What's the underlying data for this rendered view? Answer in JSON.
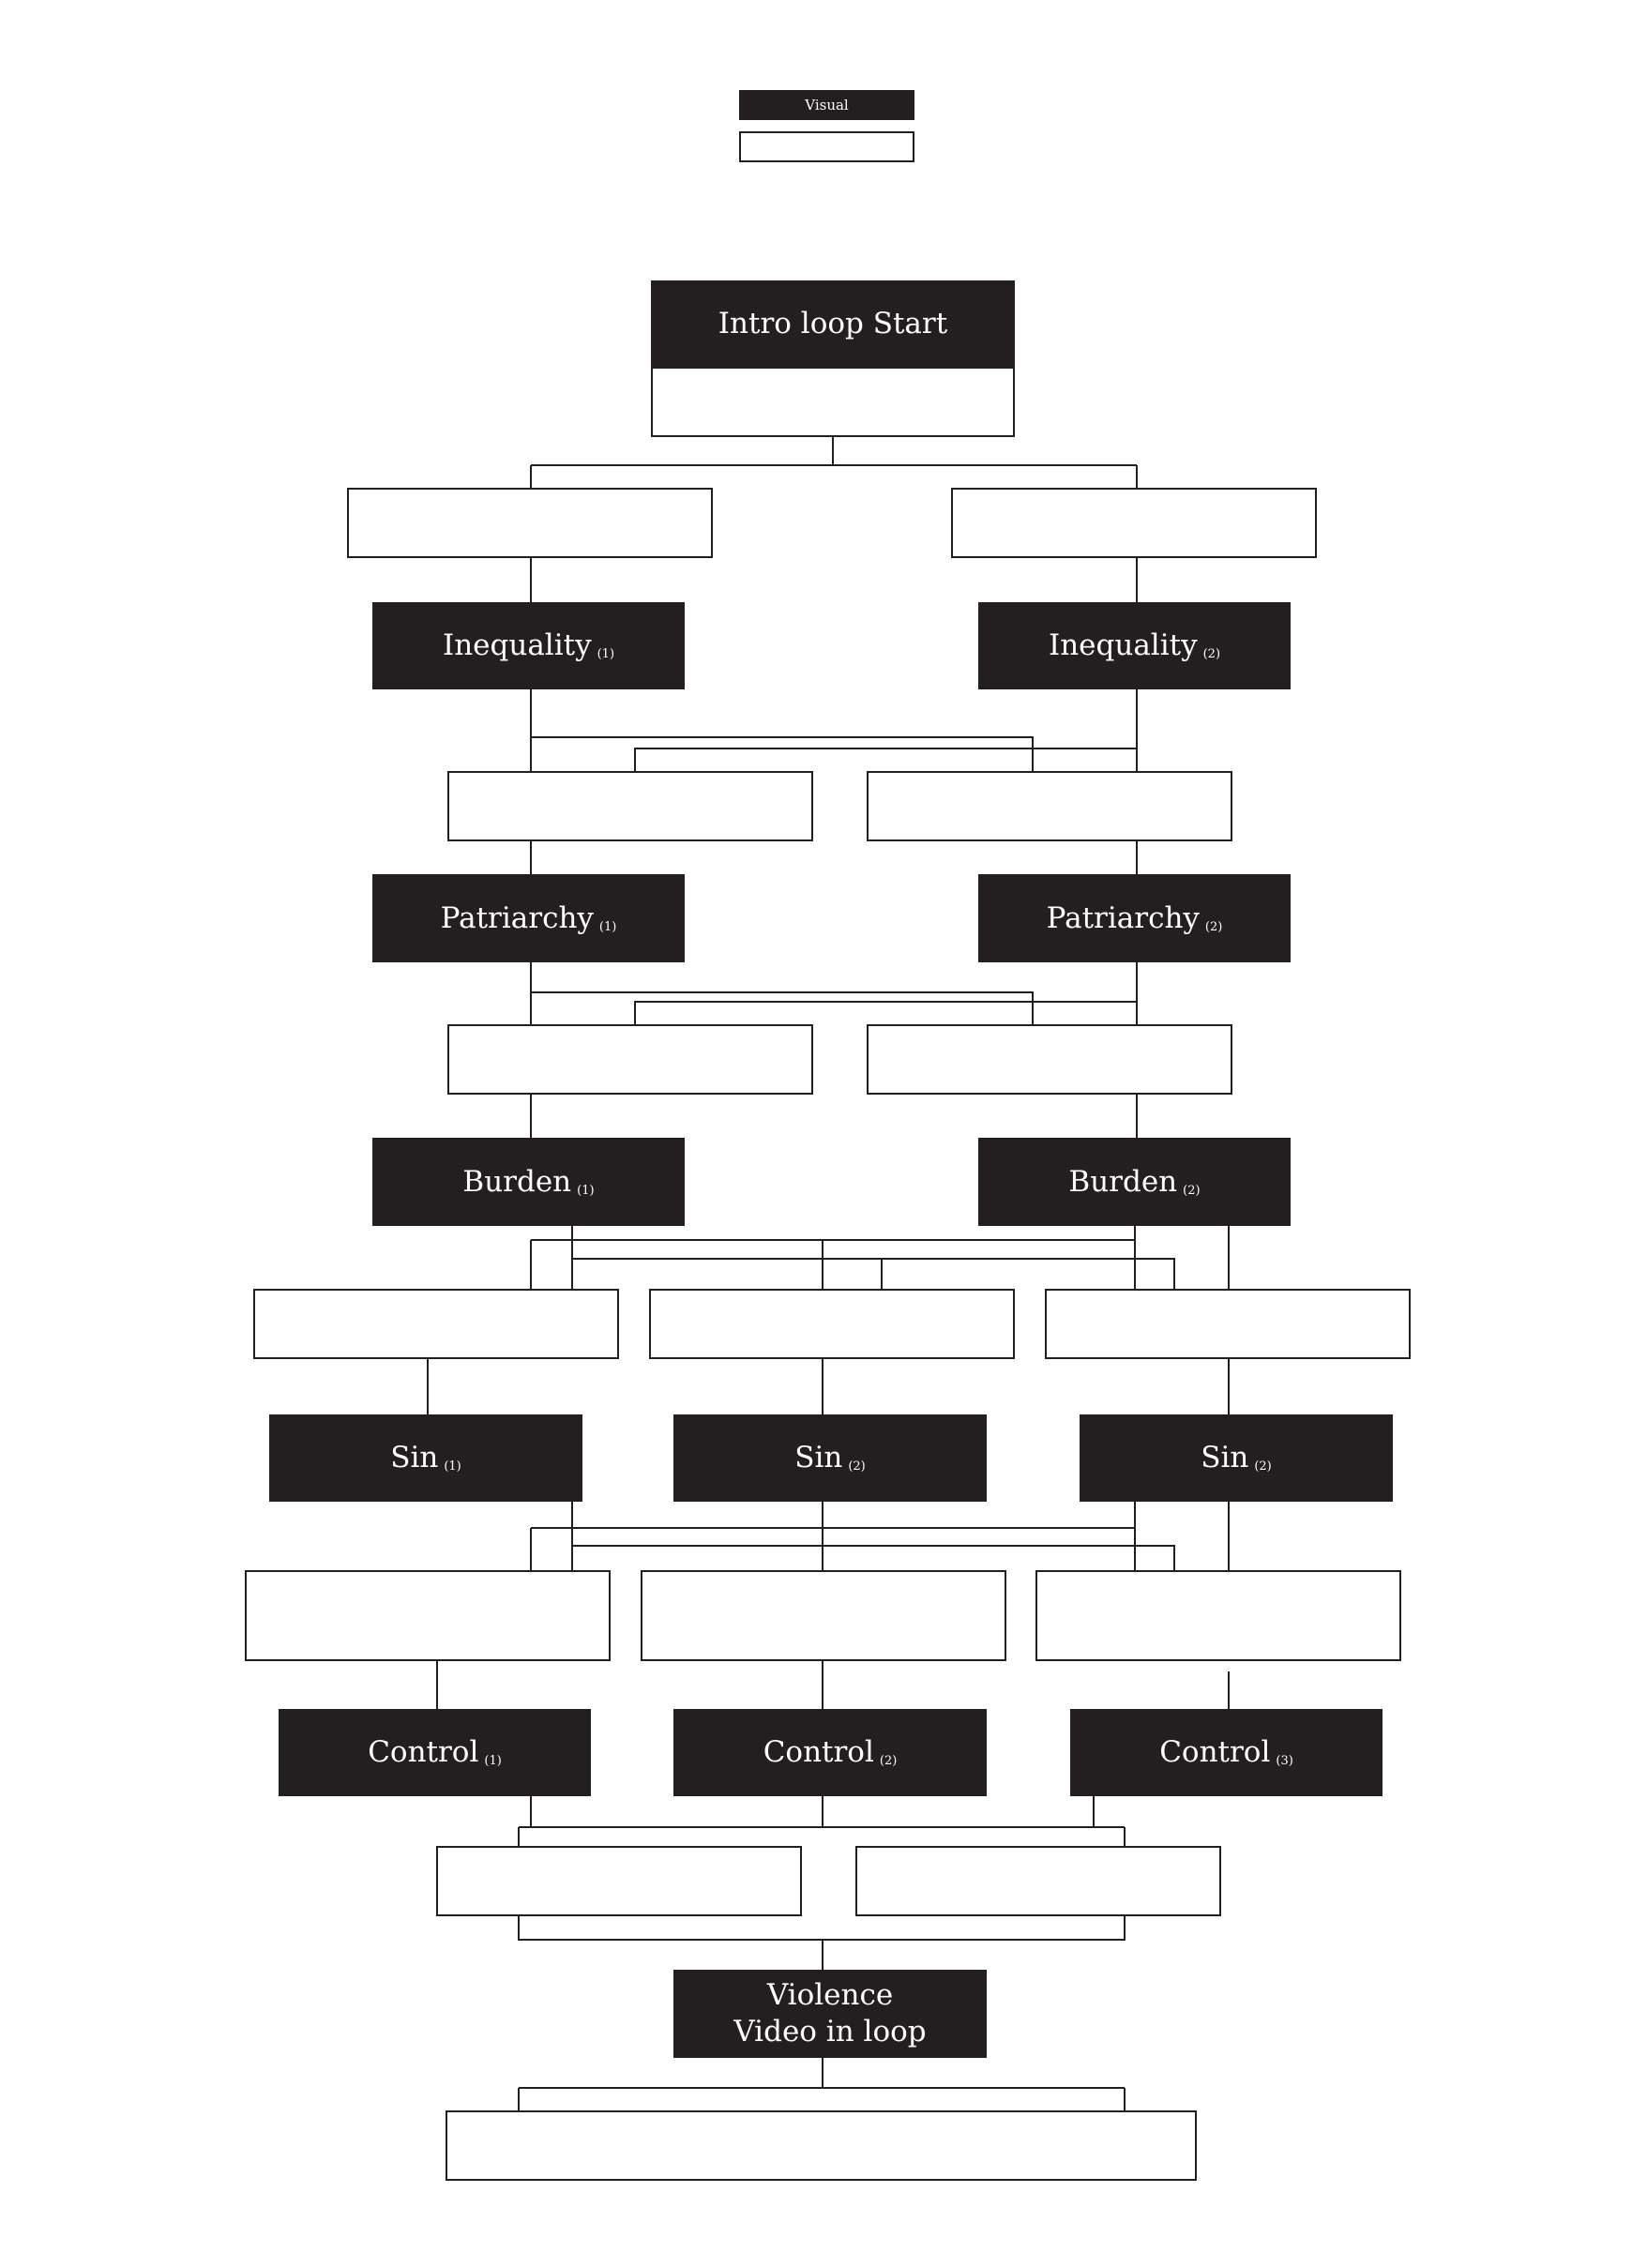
{
  "legend": {
    "visual_label": "Visual",
    "empty_label": ""
  },
  "nodes": {
    "intro": {
      "label": "Intro loop Start"
    },
    "inequality_1": {
      "label": "Inequality",
      "sub": "(1)"
    },
    "inequality_2": {
      "label": "Inequality",
      "sub": "(2)"
    },
    "patriarchy_1": {
      "label": "Patriarchy",
      "sub": "(1)"
    },
    "patriarchy_2": {
      "label": "Patriarchy",
      "sub": "(2)"
    },
    "burden_1": {
      "label": "Burden",
      "sub": "(1)"
    },
    "burden_2": {
      "label": "Burden",
      "sub": "(2)"
    },
    "sin_1": {
      "label": "Sin",
      "sub": "(1)"
    },
    "sin_2": {
      "label": "Sin",
      "sub": "(2)"
    },
    "sin_3": {
      "label": "Sin",
      "sub": "(2)"
    },
    "control_1": {
      "label": "Control",
      "sub": "(1)"
    },
    "control_2": {
      "label": "Control",
      "sub": "(2)"
    },
    "control_3": {
      "label": "Control",
      "sub": "(3)"
    },
    "violence": {
      "label": "Violence\nVideo in loop"
    }
  },
  "colors": {
    "dark_fill": "#231f20",
    "line": "#231f20",
    "background": "#ffffff"
  }
}
